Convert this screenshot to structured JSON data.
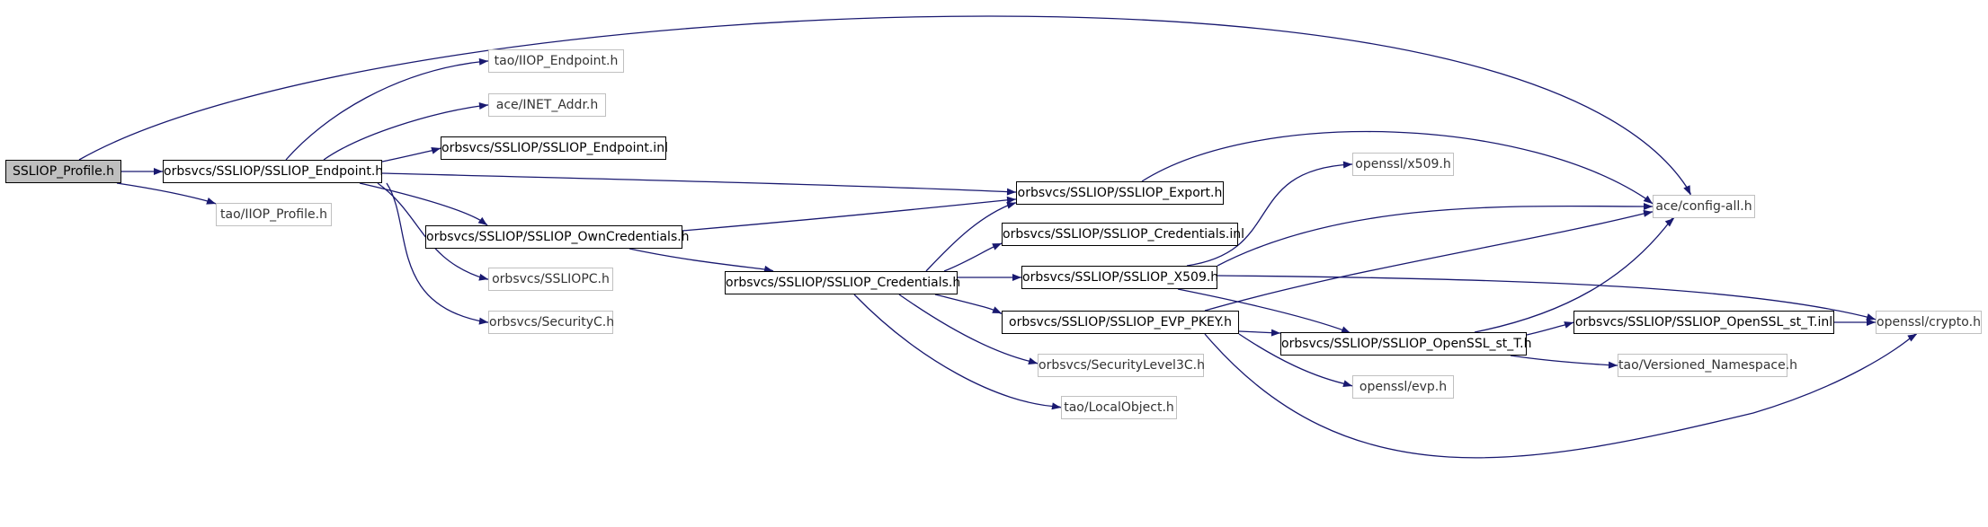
{
  "colors": {
    "edge": "#191970",
    "root_fill": "#bfbfbf",
    "node_border": "#000000",
    "external_border": "#c0c0c0"
  },
  "nodes": {
    "ssliop_profile_h": "SSLIOP_Profile.h",
    "ssliop_endpoint_h": "orbsvcs/SSLIOP/SSLIOP_Endpoint.h",
    "iiop_profile_h": "tao/IIOP_Profile.h",
    "iiop_endpoint_h": "tao/IIOP_Endpoint.h",
    "inet_addr_h": "ace/INET_Addr.h",
    "ssliop_endpoint_inl": "orbsvcs/SSLIOP/SSLIOP_Endpoint.inl",
    "ssliop_owncredentials_h": "orbsvcs/SSLIOP/SSLIOP_OwnCredentials.h",
    "ssliopc_h": "orbsvcs/SSLIOPC.h",
    "securityc_h": "orbsvcs/SecurityC.h",
    "ssliop_credentials_h": "orbsvcs/SSLIOP/SSLIOP_Credentials.h",
    "ssliop_export_h": "orbsvcs/SSLIOP/SSLIOP_Export.h",
    "ssliop_credentials_inl": "orbsvcs/SSLIOP/SSLIOP_Credentials.inl",
    "ssliop_x509_h": "orbsvcs/SSLIOP/SSLIOP_X509.h",
    "ssliop_evp_pkey_h": "orbsvcs/SSLIOP/SSLIOP_EVP_PKEY.h",
    "securitylevel3c_h": "orbsvcs/SecurityLevel3C.h",
    "localobject_h": "tao/LocalObject.h",
    "openssl_x509_h": "openssl/x509.h",
    "config_all_h": "ace/config-all.h",
    "ssliop_openssl_st_t_h": "orbsvcs/SSLIOP/SSLIOP_OpenSSL_st_T.h",
    "openssl_evp_h": "openssl/evp.h",
    "ssliop_openssl_st_t_inl": "orbsvcs/SSLIOP/SSLIOP_OpenSSL_st_T.inl",
    "versioned_namespace_h": "tao/Versioned_Namespace.h",
    "openssl_crypto_h": "openssl/crypto.h"
  }
}
